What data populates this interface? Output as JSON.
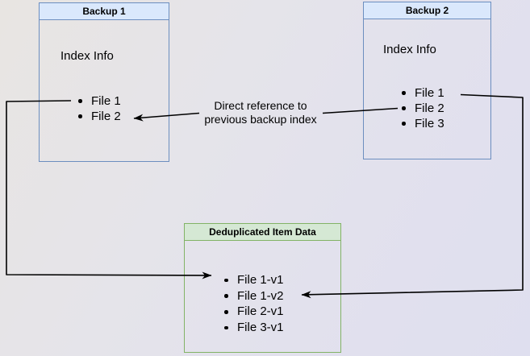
{
  "colors": {
    "blue_fill": "#dae8fc",
    "blue_stroke": "#6c8ebf",
    "green_fill": "#d5e8d4",
    "green_stroke": "#82b366",
    "arrow": "#000000",
    "text": "#000000"
  },
  "backup1": {
    "title": "Backup 1",
    "body_label": "Index Info",
    "files": [
      "File 1",
      "File 2"
    ]
  },
  "backup2": {
    "title": "Backup 2",
    "body_label": "Index Info",
    "files": [
      "File 1",
      "File 2",
      "File 3"
    ]
  },
  "dedup": {
    "title": "Deduplicated Item Data",
    "files": [
      "File 1-v1",
      "File 1-v2",
      "File 2-v1",
      "File 3-v1"
    ]
  },
  "annotation": {
    "line1": "Direct reference to",
    "line2": "previous backup index"
  }
}
